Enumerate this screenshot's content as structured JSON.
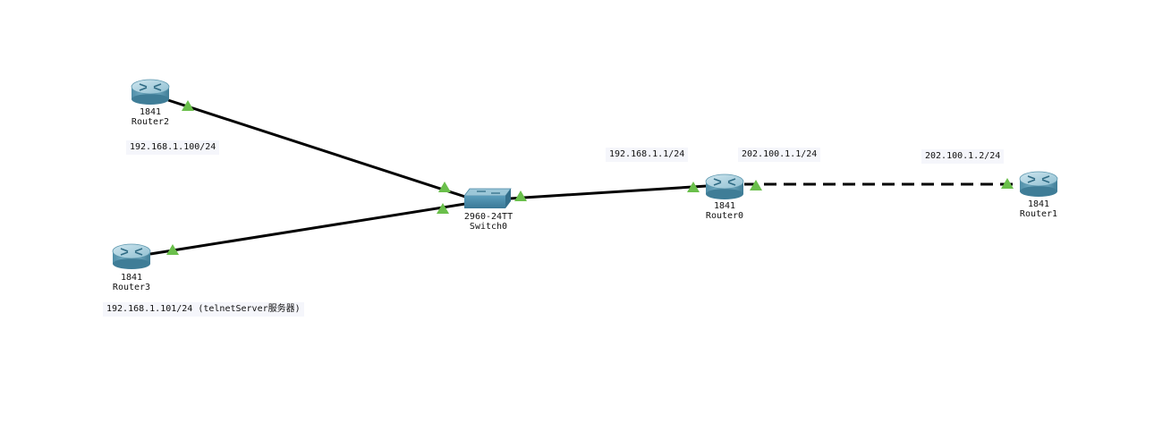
{
  "devices": {
    "router2": {
      "model": "1841",
      "name": "Router2"
    },
    "router3": {
      "model": "1841",
      "name": "Router3"
    },
    "switch0": {
      "model": "2960-24TT",
      "name": "Switch0"
    },
    "router0": {
      "model": "1841",
      "name": "Router0"
    },
    "router1": {
      "model": "1841",
      "name": "Router1"
    }
  },
  "notes": {
    "router2_ip": "192.168.1.100/24",
    "router3_ip": "192.168.1.101/24  (telnetServer服务器)",
    "router0_lan_ip": "192.168.1.1/24",
    "router0_wan_ip": "202.100.1.1/24",
    "router1_wan_ip": "202.100.1.2/24"
  },
  "colors": {
    "link": "#000000",
    "link_up": "#6abf4b",
    "router_body": "#6aa3bb",
    "switch_body": "#4d8fae"
  },
  "icons": {
    "router": "router-icon",
    "switch": "switch-icon",
    "link_status": "link-up-triangle"
  }
}
